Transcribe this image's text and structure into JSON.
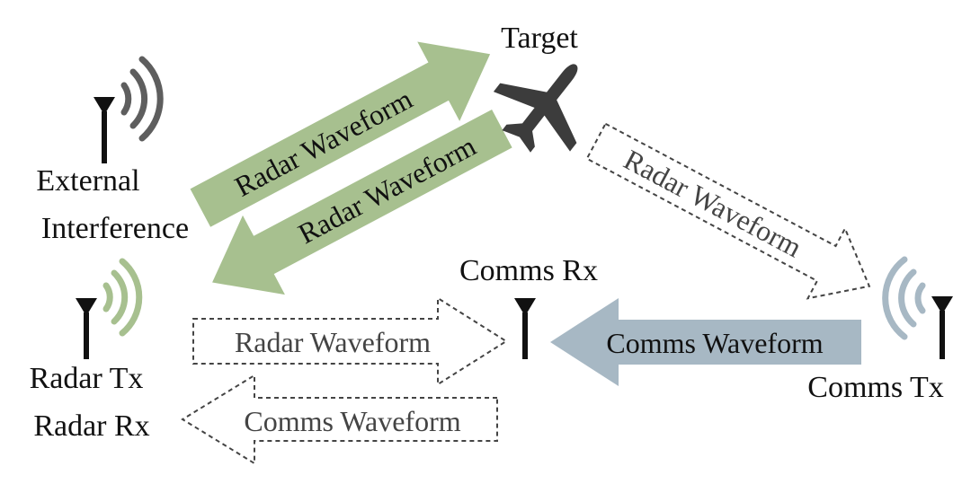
{
  "colors": {
    "radar": "#a7c08f",
    "comms": "#a7b8c4",
    "interference": "#5e5e5e",
    "antenna": "#111111",
    "plane": "#3c3c3c",
    "dashed_outline": "#444444"
  },
  "labels": {
    "target": "Target",
    "external_interference_line1": "External",
    "external_interference_line2": "Interference",
    "radar_tx": "Radar Tx",
    "radar_rx": "Radar Rx",
    "comms_rx": "Comms Rx",
    "comms_tx": "Comms Tx"
  },
  "arrows": {
    "radar_to_target": "Radar Waveform",
    "target_to_radar": "Radar Waveform",
    "target_to_comms_tx": "Radar Waveform",
    "radar_to_comms_rx": "Radar Waveform",
    "comms_tx_to_comms_rx": "Comms Waveform",
    "comms_to_radar_rx": "Comms Waveform"
  },
  "icons": {
    "target": "airplane-icon",
    "antenna": "antenna-icon",
    "waves": "signal-waves-icon"
  }
}
